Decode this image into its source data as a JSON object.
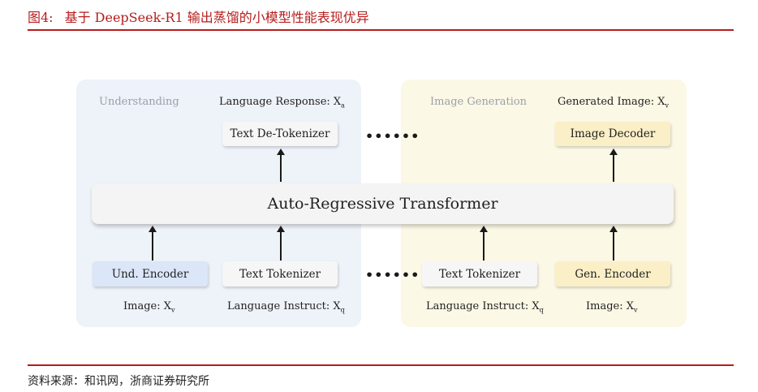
{
  "figure": {
    "number": "图4:",
    "title": "基于 DeepSeek-R1 输出蒸馏的小模型性能表现优异"
  },
  "diagram": {
    "left_panel": {
      "label": "Understanding",
      "output_label": "Language Response: X",
      "output_sub": "a",
      "detokenizer": "Text De-Tokenizer",
      "encoder": "Und. Encoder",
      "tokenizer": "Text Tokenizer",
      "input_image_label": "Image: X",
      "input_image_sub": "v",
      "input_text_label": "Language Instruct: X",
      "input_text_sub": "q"
    },
    "right_panel": {
      "label": "Image Generation",
      "output_label": "Generated Image: X",
      "output_sub": "v",
      "decoder": "Image Decoder",
      "tokenizer": "Text Tokenizer",
      "encoder": "Gen. Encoder",
      "input_text_label": "Language Instruct: X",
      "input_text_sub": "q",
      "input_image_label": "Image: X",
      "input_image_sub": "v"
    },
    "transformer": "Auto-Regressive Transformer",
    "ellipsis": "••••••",
    "colors": {
      "understanding_panel": "#eef2f9",
      "generation_panel": "#fcf8e6",
      "und_encoder": "#dbe6f8",
      "gen_module": "#fbefc7",
      "accent": "#b71c1c"
    }
  },
  "source": "资料来源：和讯网，浙商证券研究所"
}
